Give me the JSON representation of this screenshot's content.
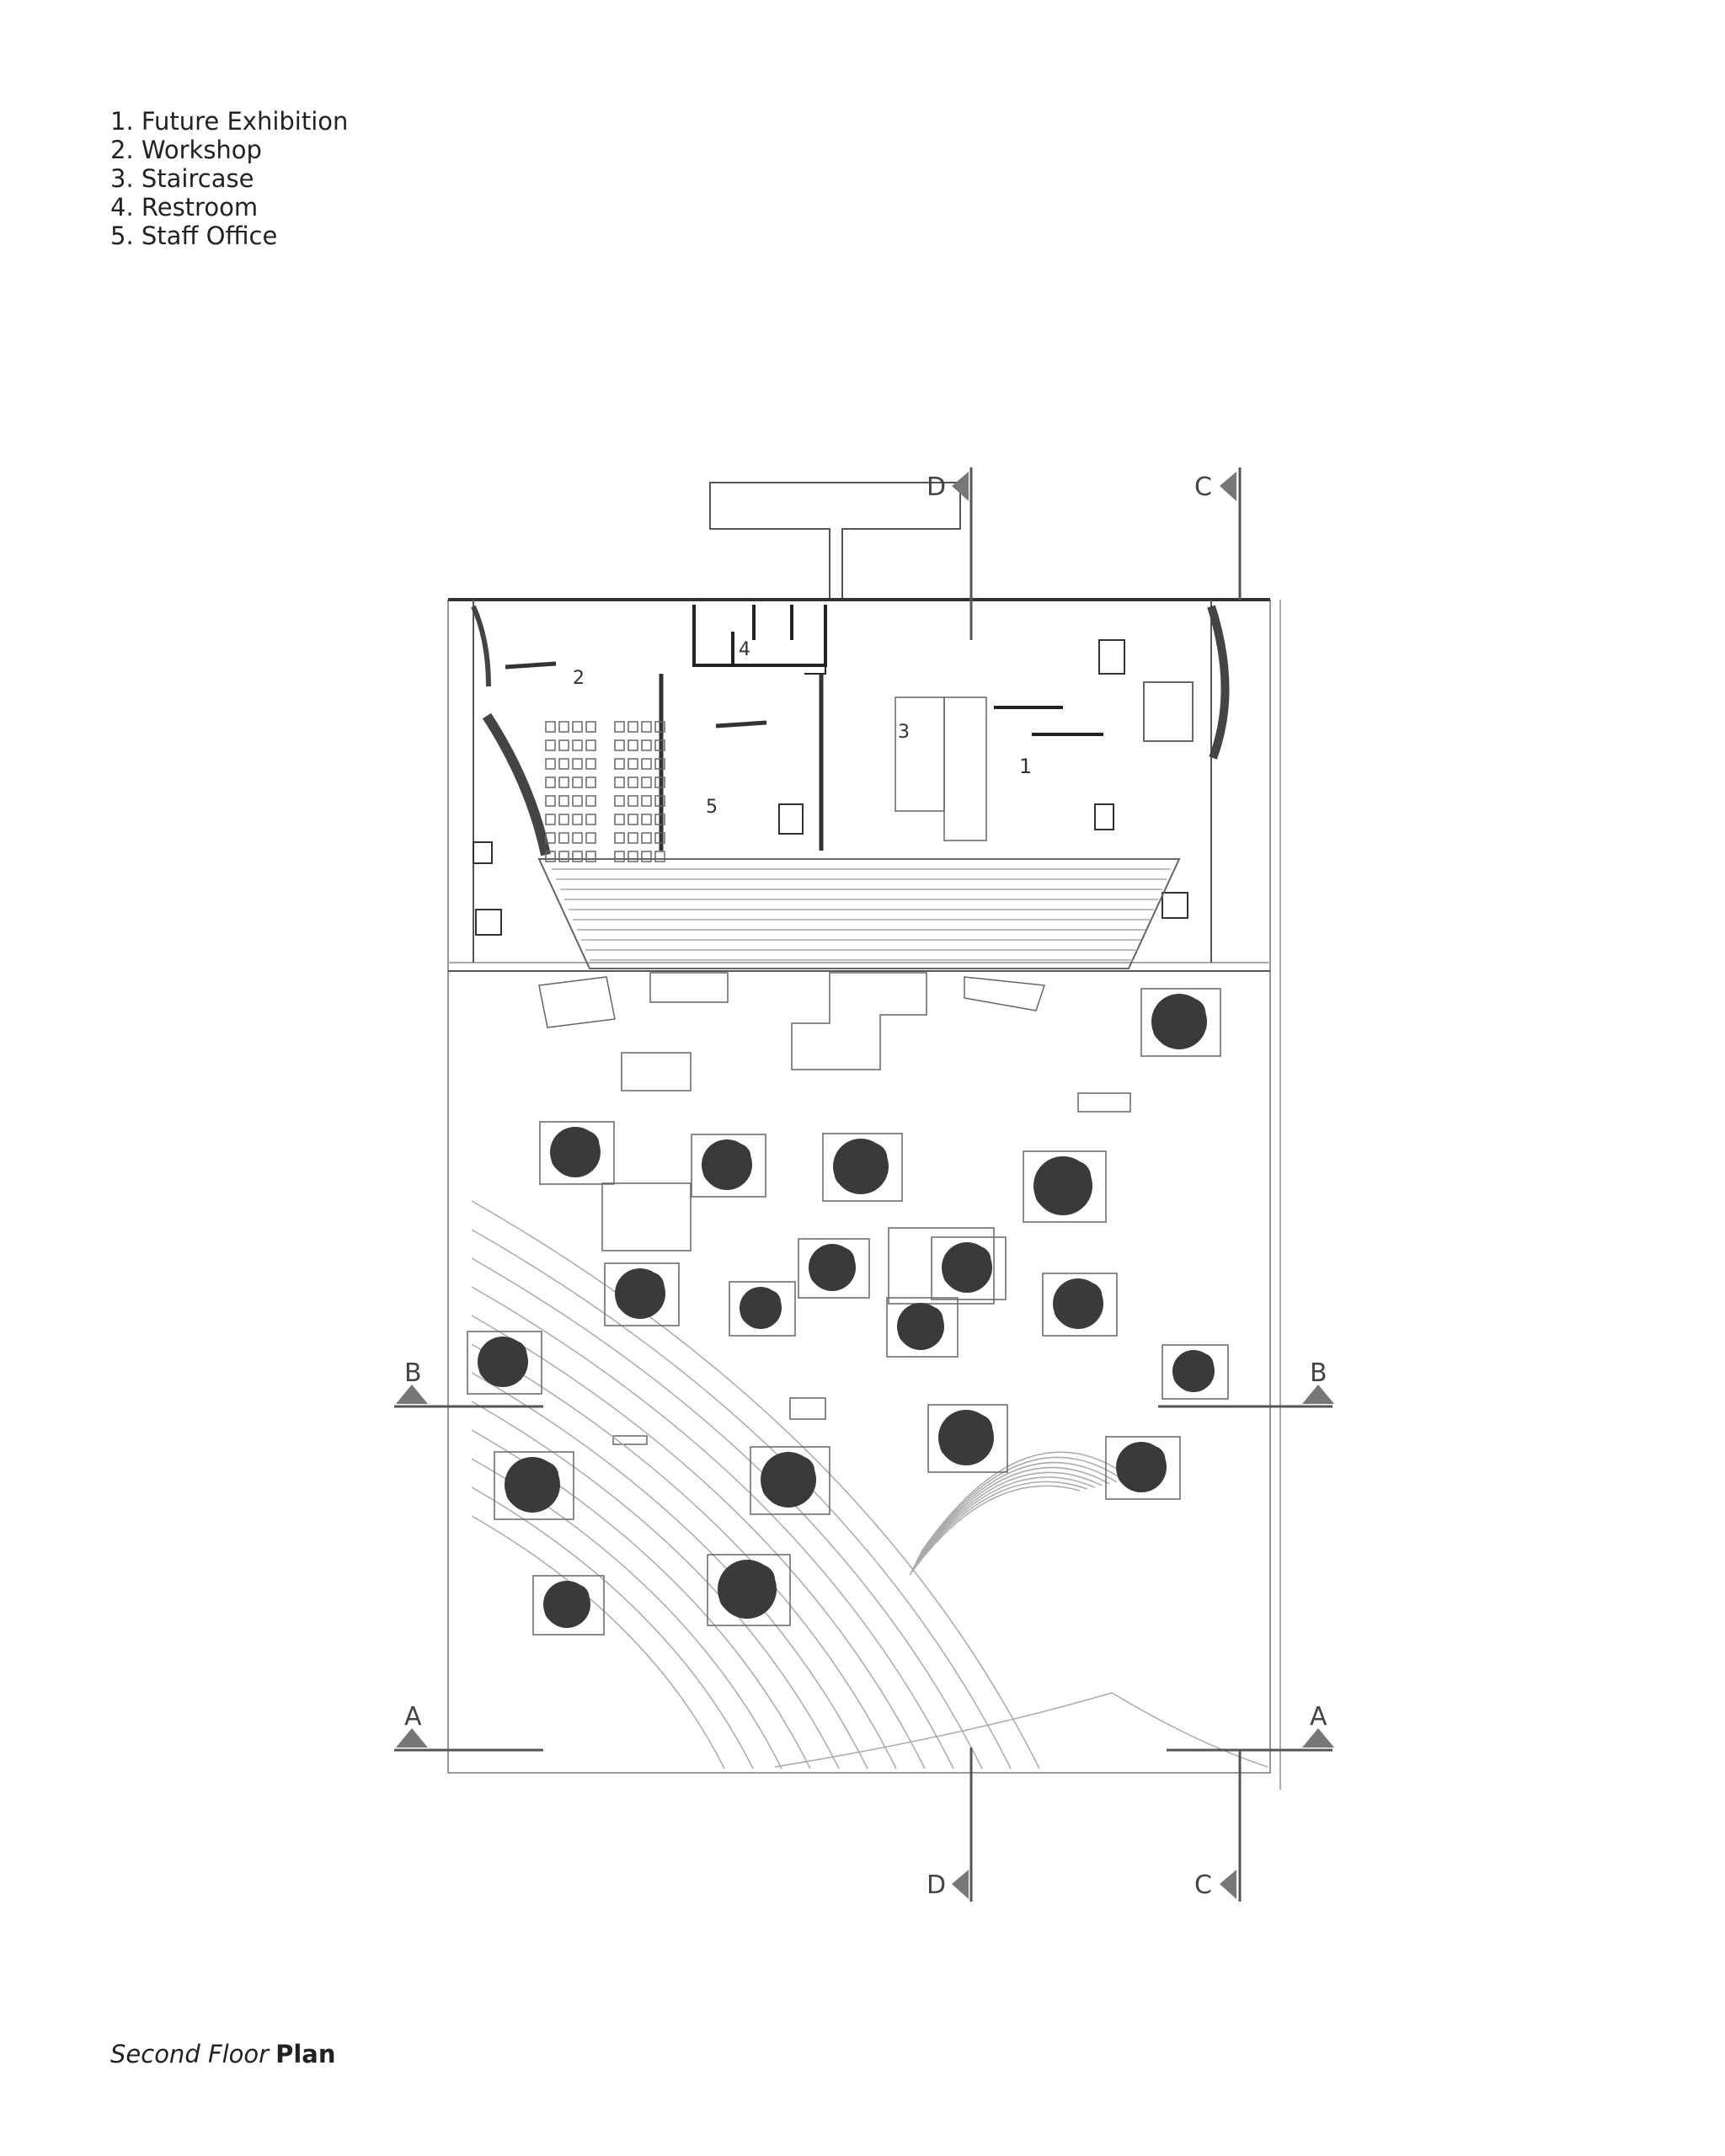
{
  "legend": {
    "items": [
      "1. Future Exhibition",
      "2. Workshop",
      "3. Staircase",
      "4. Restroom",
      "5. Staff Office"
    ]
  },
  "caption": {
    "light": "Second Floor",
    "bold": "Plan"
  },
  "room_numbers": {
    "r1": "1",
    "r2": "2",
    "r3": "3",
    "r4": "4",
    "r5": "5"
  },
  "section_markers": {
    "a": "A",
    "b": "B",
    "c": "C",
    "d": "D"
  },
  "colors": {
    "line": "#555555",
    "tree": "#3a3a3a",
    "marker": "#777777"
  }
}
